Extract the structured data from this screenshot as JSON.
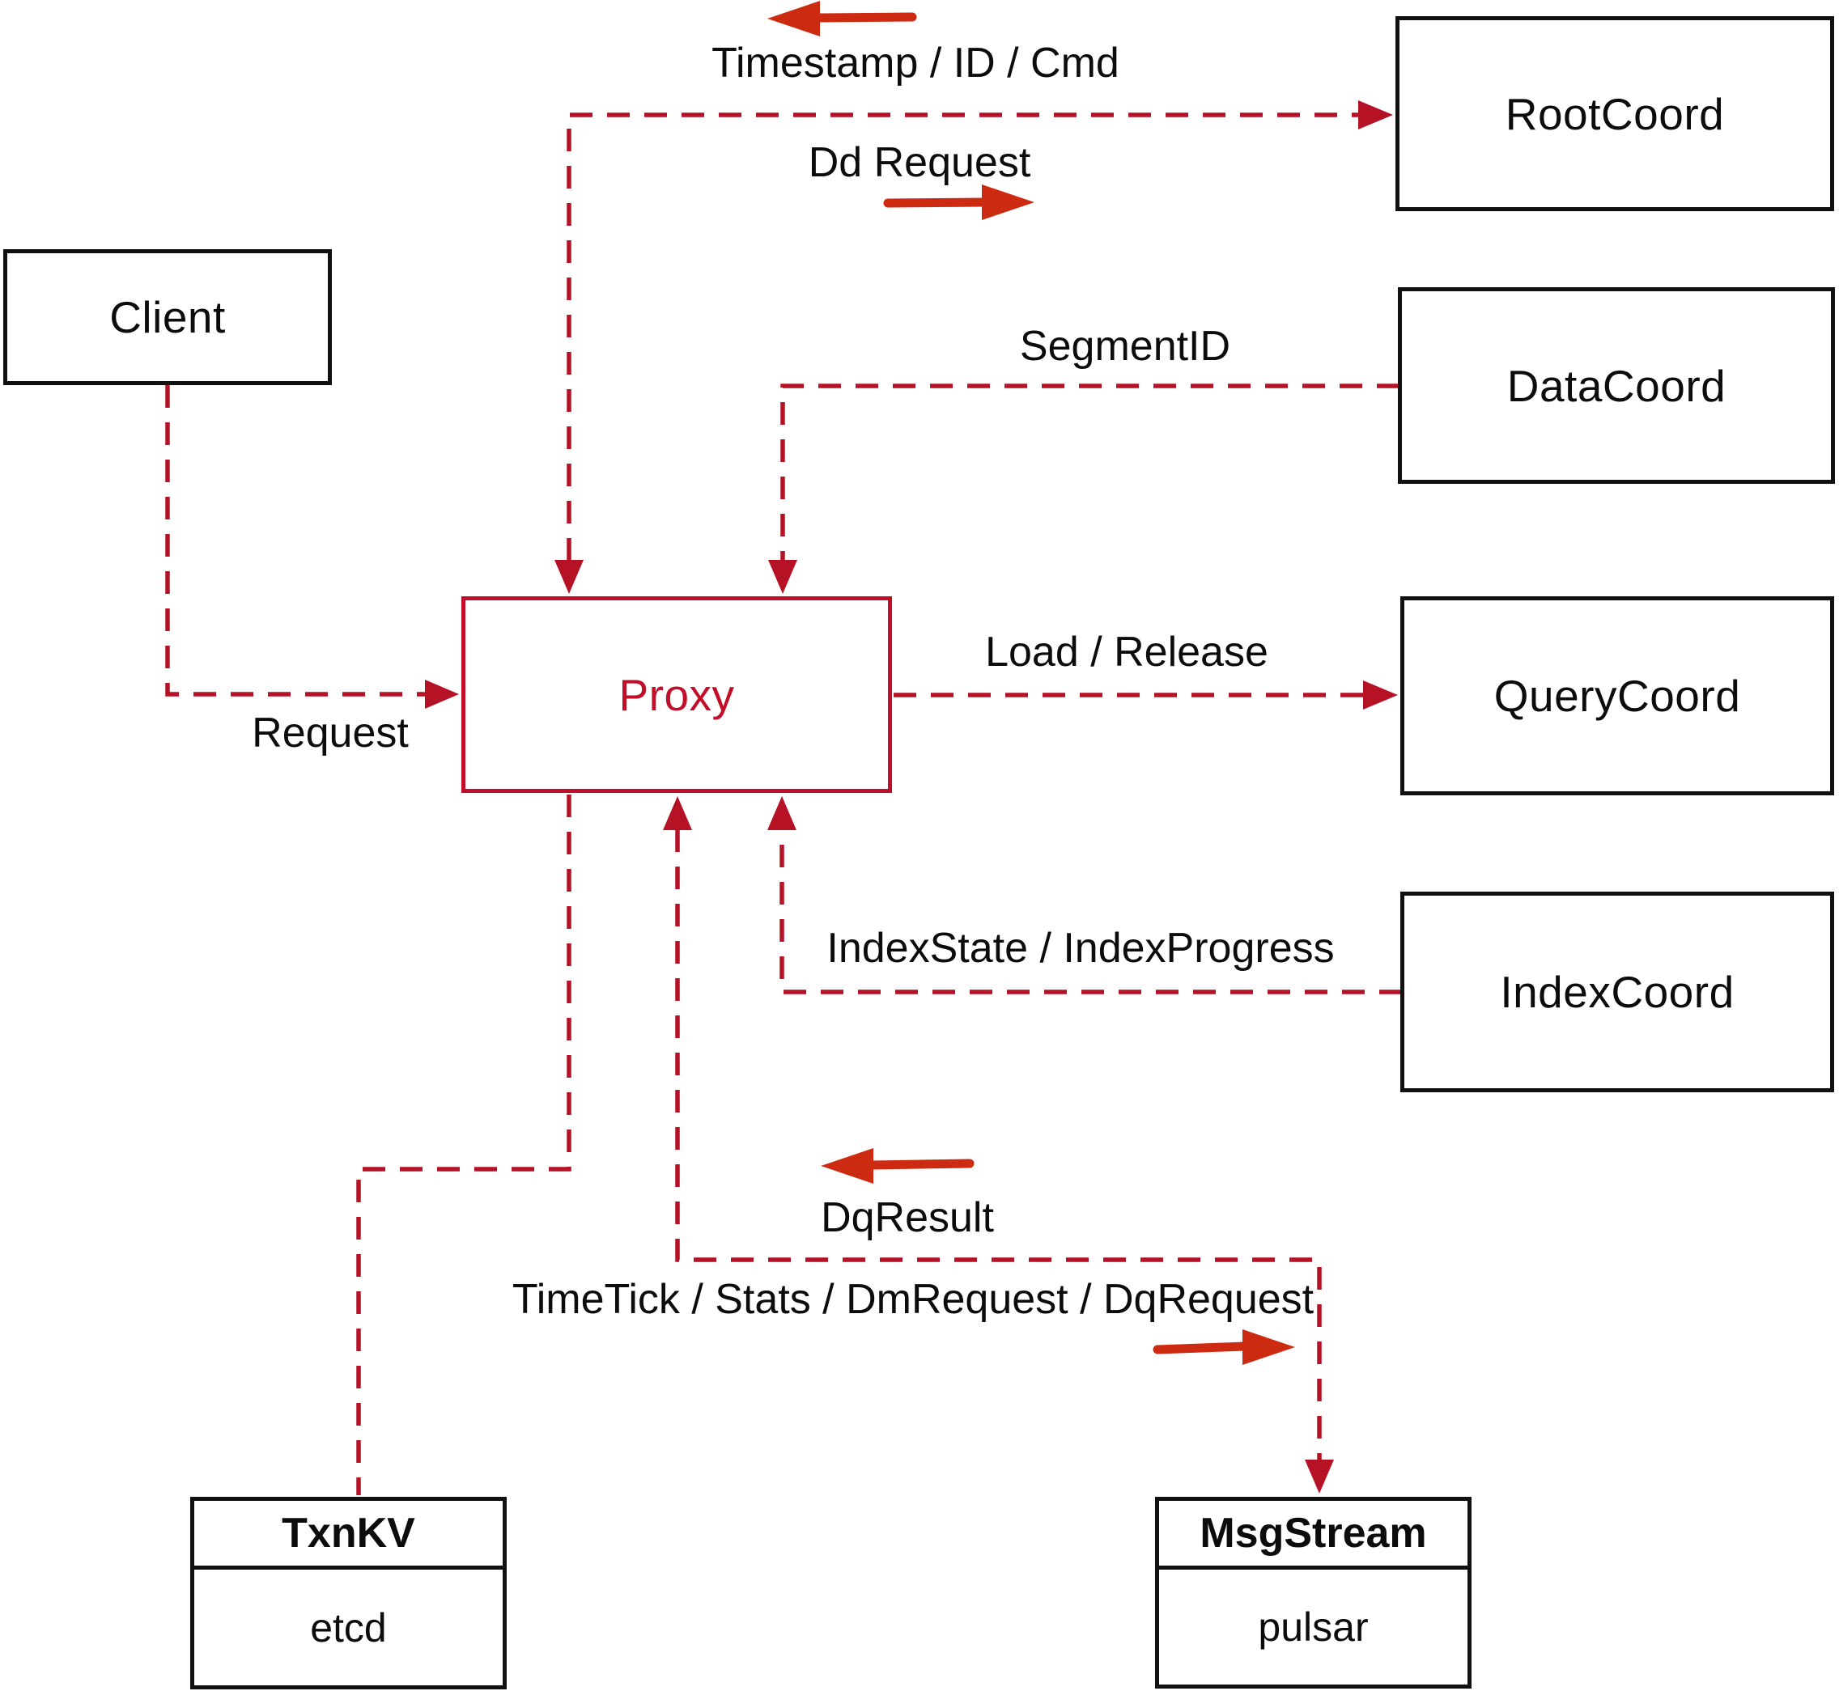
{
  "nodes": {
    "client": {
      "label": "Client"
    },
    "rootcoord": {
      "label": "RootCoord"
    },
    "datacoord": {
      "label": "DataCoord"
    },
    "querycoord": {
      "label": "QueryCoord"
    },
    "indexcoord": {
      "label": "IndexCoord"
    },
    "proxy": {
      "label": "Proxy"
    },
    "txnkv": {
      "title": "TxnKV",
      "impl": "etcd"
    },
    "msgstream": {
      "title": "MsgStream",
      "impl": "pulsar"
    }
  },
  "edge_labels": {
    "timestamp_id_cmd": "Timestamp / ID / Cmd",
    "dd_request": "Dd Request",
    "segment_id": "SegmentID",
    "request": "Request",
    "load_release": "Load / Release",
    "index_state_progress": "IndexState / IndexProgress",
    "dq_result": "DqResult",
    "timetick_stats": "TimeTick / Stats / DmRequest / DqRequest"
  },
  "colors": {
    "dashed_line": "#b51226",
    "solid_arrow": "#cd2a12",
    "proxy_accent": "#c20e28",
    "box_border": "#111111",
    "text": "#0c0c0c"
  }
}
